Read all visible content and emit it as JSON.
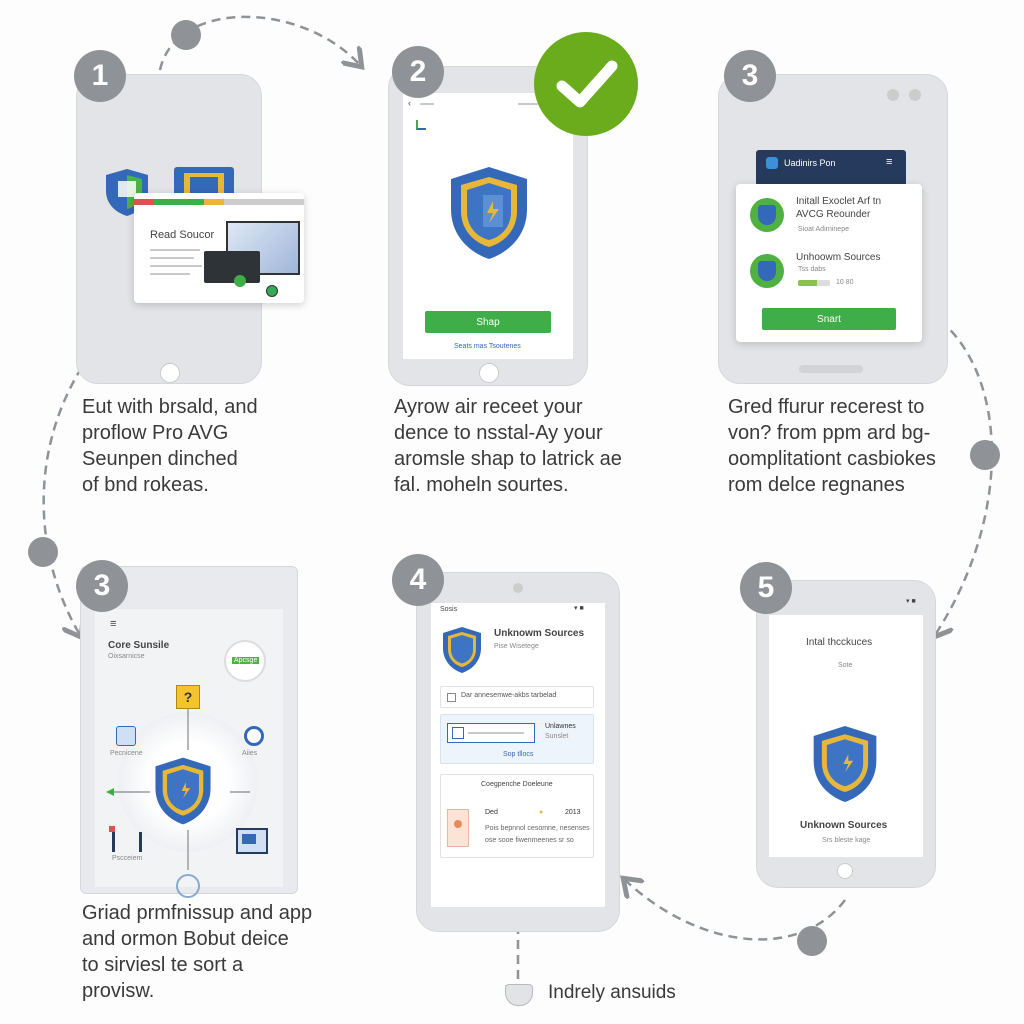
{
  "steps": [
    {
      "number": "1",
      "caption": [
        "Eut with brsald, and",
        "proflow Pro AVG",
        "Seunpen dinched",
        "of bnd rokeas."
      ],
      "card_title": "Read Soucor"
    },
    {
      "number": "2",
      "caption": [
        "Ayrow air receet your",
        "dence to nsstal-Ay your",
        "aromsle shap to latrick ae",
        "fal. moheln sourtes."
      ],
      "button_label": "Shap",
      "link_label": "Seats mas Tsoutenes"
    },
    {
      "number": "3",
      "caption": [
        "Gred ffurur recerest to",
        "von? from ppm ard bg-",
        "oomplitationt casbiokes",
        "rom delce regnanes"
      ],
      "header_title": "Uadinirs Pon",
      "items": [
        {
          "title_line1": "Initall Exoclet Arf tn",
          "title_line2": "AVCG Reounder",
          "sub": "Sioat Adirninepe"
        },
        {
          "title_line1": "Unhoowm Sources",
          "title_line2": "",
          "sub": "Tss  dabs"
        }
      ],
      "progress_label": "10 80",
      "progress": 0.6,
      "button_label": "Snart"
    },
    {
      "number": "3",
      "caption": [
        "Griad prmfnissup and app",
        "and ormon Bobut deice",
        "to sirviesl te sort a",
        "provisw."
      ],
      "title": "Core Sunsile",
      "subtitle": "Oixsarnicse",
      "badge": "Apcsge",
      "node_labels": {
        "left_top": "Pecnicene",
        "left_bottom": "Pscceiem",
        "right_top": "Aiies"
      }
    },
    {
      "number": "4",
      "caption": [],
      "status_text": "Sosis",
      "title": "Unknowm Sources",
      "subtitle": "Pise Wisetege",
      "row1": "Dar annesemwe-akbs tarbelad",
      "row2": "Unlawnes",
      "row2_sub": "Sunslet",
      "row2_link": "Sop tllocs",
      "section_title": "Coegpenche Doeleune",
      "row3_left": "Ded",
      "row3_right": "2013",
      "body_line1": "Pois bepnnol cesomne, nesenses",
      "body_line2": "ose sooe fiwenmeenes sr so"
    },
    {
      "number": "5",
      "caption": [],
      "title": "Intal thcckuces",
      "subtitle": "Sote",
      "app_title": "Unknown Sources",
      "app_sub": "Srs bleste kage"
    }
  ],
  "bottom_label": "Indrely ansuids",
  "colors": {
    "accent_green": "#3fae49",
    "check_green": "#6aac1c",
    "shield_blue": "#3468b8",
    "shield_gold": "#e7b73a",
    "step_gray": "#8f9296"
  },
  "icons": [
    "check-icon",
    "shield-icon",
    "question-icon",
    "menu-icon",
    "arrow-icon"
  ]
}
